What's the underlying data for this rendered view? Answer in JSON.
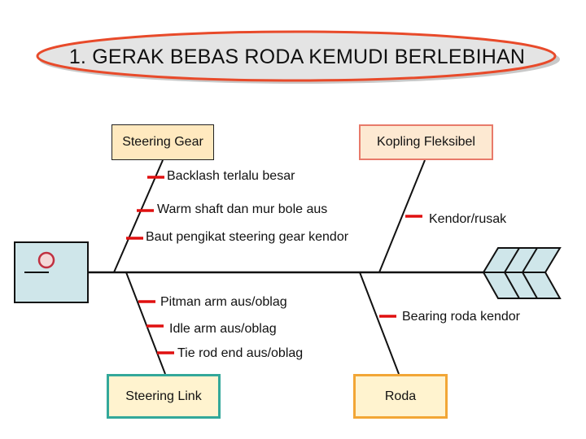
{
  "title": "1. GERAK BEBAS RODA KEMUDI BERLEBIHAN",
  "categories": {
    "steering_gear": "Steering Gear",
    "kopling_fleksibel": "Kopling Fleksibel",
    "steering_link": "Steering Link",
    "roda": "Roda"
  },
  "causes": {
    "steering_gear": [
      "Backlash terlalu besar",
      "Warm shaft dan mur bole aus",
      "Baut pengikat steering gear kendor"
    ],
    "kopling_fleksibel": [
      "Kendor/rusak"
    ],
    "steering_link": [
      "Pitman arm aus/oblag",
      "Idle arm aus/oblag",
      "Tie rod end aus/oblag"
    ],
    "roda": [
      "Bearing roda kendor"
    ]
  },
  "colors": {
    "spine": "#111111",
    "cause_tick": "#e01010",
    "fish_head": "#cfe6ea",
    "fish_tail": "#cfe6ea",
    "title_ring": "#e84a2a",
    "steering_gear_box": "#ffe9bf",
    "kopling_box_border": "#e87a6a",
    "steering_link_box_border": "#33a89a",
    "roda_box_border": "#f2a636"
  }
}
